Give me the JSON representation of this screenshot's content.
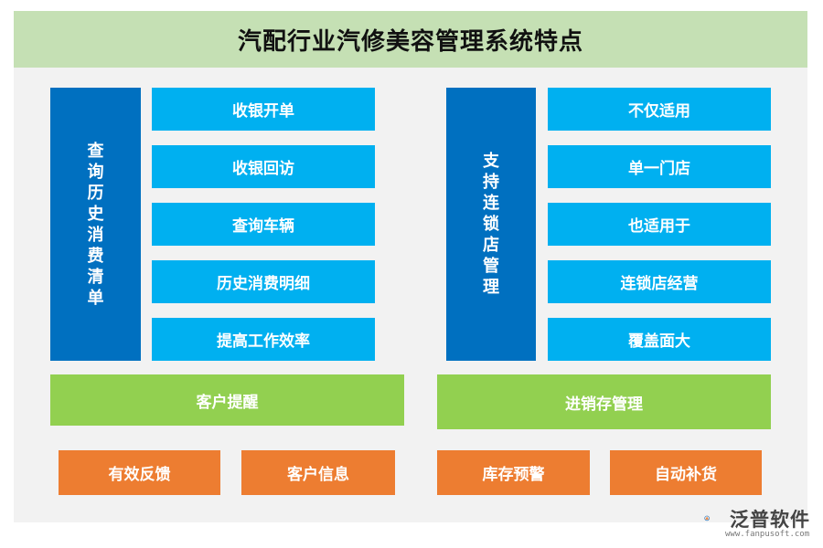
{
  "title": "汽配行业汽修美容管理系统特点",
  "left_column": {
    "vertical_label": "查询历史消费清单",
    "items": [
      "收银开单",
      "收银回访",
      "查询车辆",
      "历史消费明细",
      "提高工作效率"
    ],
    "bar": "客户提醒",
    "bottom": [
      "有效反馈",
      "客户信息"
    ]
  },
  "right_column": {
    "vertical_label": "支持连锁店管理",
    "items": [
      "不仅适用",
      "单一门店",
      "也适用于",
      "连锁店经营",
      "覆盖面大"
    ],
    "bar": "进销存管理",
    "bottom": [
      "库存预警",
      "自动补货"
    ]
  },
  "brand": {
    "name": "泛普软件",
    "url": "www.fanpusoft.com"
  },
  "colors": {
    "header_bg": "#c5e0b4",
    "dark_blue": "#0070c0",
    "cyan": "#00b0f0",
    "green": "#92d050",
    "orange": "#ed7d31"
  }
}
